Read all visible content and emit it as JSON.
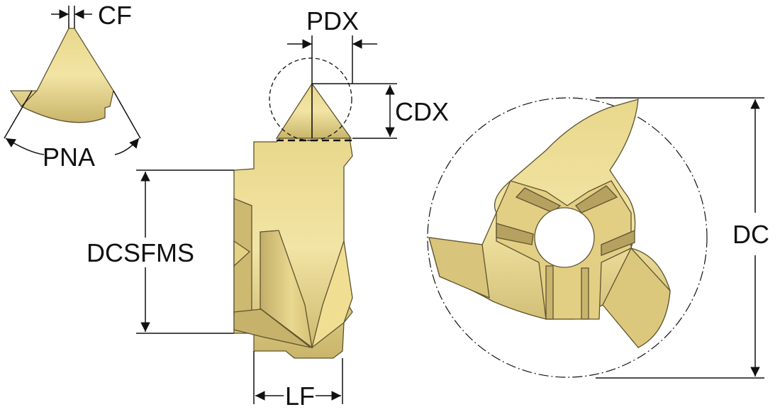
{
  "labels": {
    "cf": "CF",
    "pdx": "PDX",
    "cdx": "CDX",
    "pna": "PNA",
    "dcsfms": "DCSFMS",
    "lf": "LF",
    "dc": "DC"
  },
  "colors": {
    "gold_light": "#efe09a",
    "gold_mid": "#dcc877",
    "gold_dark": "#b9a562",
    "line": "#111111"
  }
}
